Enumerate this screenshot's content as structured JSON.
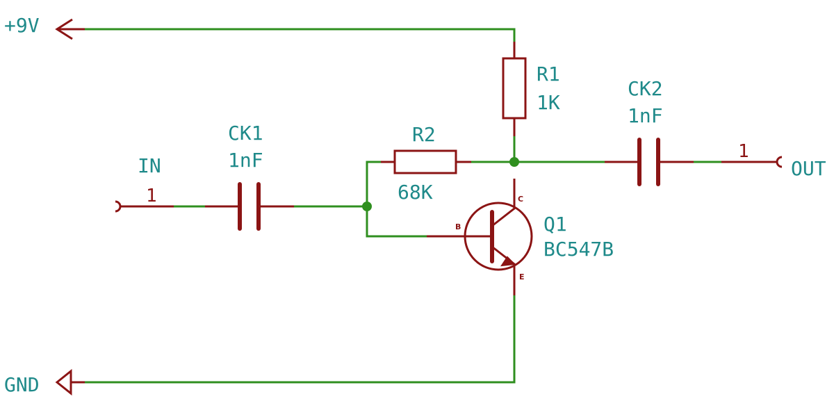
{
  "power": {
    "vcc_label": "+9V",
    "gnd_label": "GND"
  },
  "ports": {
    "in_label": "IN",
    "in_pin": "1",
    "out_label": "OUT",
    "out_pin": "1"
  },
  "components": {
    "ck1": {
      "ref": "CK1",
      "value": "1nF"
    },
    "ck2": {
      "ref": "CK2",
      "value": "1nF"
    },
    "r1": {
      "ref": "R1",
      "value": "1K"
    },
    "r2": {
      "ref": "R2",
      "value": "68K"
    },
    "q1": {
      "ref": "Q1",
      "value": "BC547B",
      "pin_b": "B",
      "pin_c": "C",
      "pin_e": "E"
    }
  },
  "colors": {
    "wire": "#2f8f1f",
    "component": "#8b1414",
    "label": "#1f8a8a"
  }
}
